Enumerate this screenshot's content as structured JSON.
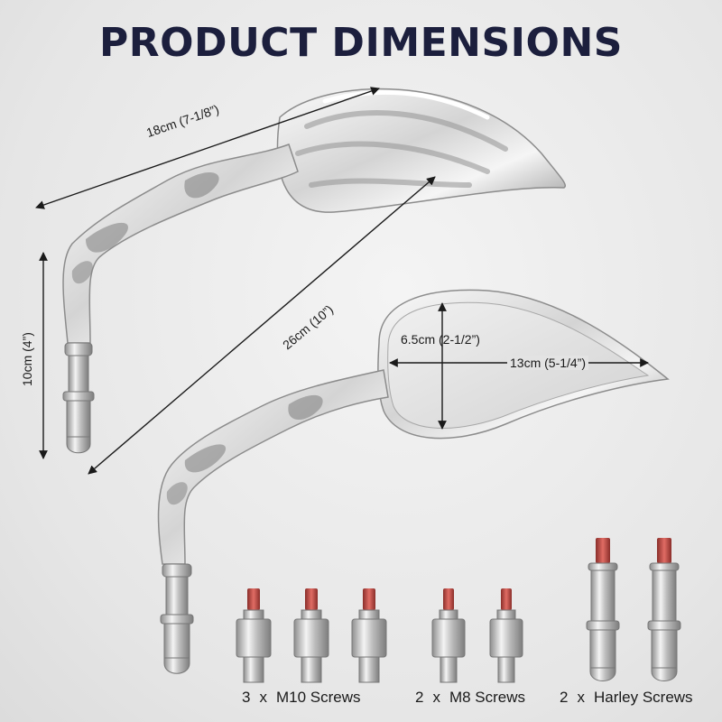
{
  "title": "PRODUCT DIMENSIONS",
  "dimensions": {
    "top_length": "18cm (7-1/8”)",
    "diagonal": "26cm (10”)",
    "height": "10cm (4”)",
    "mirror_height": "6.5cm (2-1/2”)",
    "mirror_width": "13cm (5-1/4”)"
  },
  "hardware": [
    {
      "qty": "3",
      "x": "x",
      "name": "M10 Screws"
    },
    {
      "qty": "2",
      "x": "x",
      "name": "M8 Screws"
    },
    {
      "qty": "2",
      "x": "x",
      "name": "Harley Screws"
    }
  ],
  "colors": {
    "title": "#1c1f3d",
    "chrome_light": "#f2f2f2",
    "chrome_dark": "#8a8a8a",
    "thread_red": "#c0504d"
  }
}
